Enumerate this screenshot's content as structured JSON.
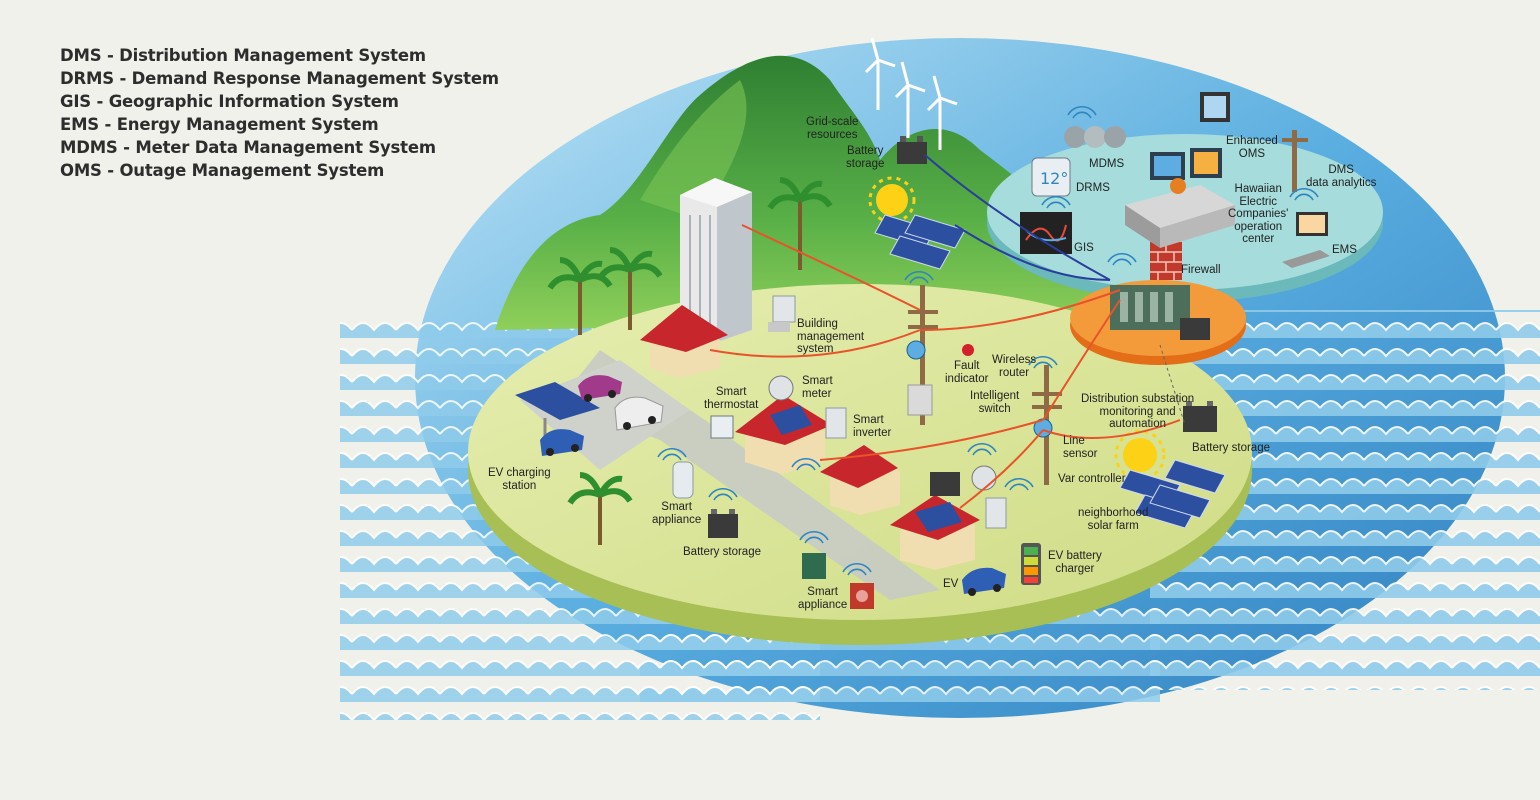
{
  "legend": [
    "DMS - Distribution Management System",
    "DRMS - Demand Response Management System",
    "GIS - Geographic Information System",
    "EMS - Energy Management System",
    "MDMS - Meter Data Management System",
    "OMS - Outage Management System"
  ],
  "labels": {
    "grid_scale": [
      "Grid-scale",
      "resources"
    ],
    "battery_storage_grid": [
      "Battery",
      "storage"
    ],
    "enhanced_oms": [
      "Enhanced",
      "OMS"
    ],
    "mdms": "MDMS",
    "drms": "DRMS",
    "gis": "GIS",
    "dms_analytics": [
      "DMS",
      "data analytics"
    ],
    "operation_center": [
      "Hawaiian",
      "Electric",
      "Companies'",
      "operation",
      "center"
    ],
    "ems": "EMS",
    "firewall": "Firewall",
    "building_mgmt": [
      "Building",
      "management",
      "system"
    ],
    "fault_indicator": [
      "Fault",
      "indicator"
    ],
    "wireless_router": [
      "Wireless",
      "router"
    ],
    "intelligent_switch": [
      "Intelligent",
      "switch"
    ],
    "smart_thermostat": [
      "Smart",
      "thermostat"
    ],
    "smart_meter": [
      "Smart",
      "meter"
    ],
    "smart_inverter": [
      "Smart",
      "inverter"
    ],
    "line_sensor": [
      "Line",
      "sensor"
    ],
    "substation": [
      "Distribution substation",
      "monitoring and",
      "automation"
    ],
    "battery_storage_sub": "Battery storage",
    "var_controller": "Var controller",
    "solar_farm": [
      "neighborhood",
      "solar farm"
    ],
    "ev_charging": [
      "EV charging",
      "station"
    ],
    "smart_appliance_1": [
      "Smart",
      "appliance"
    ],
    "battery_storage_home": "Battery storage",
    "smart_appliance_2": [
      "Smart",
      "appliance"
    ],
    "ev": "EV",
    "ev_charger": [
      "EV battery",
      "charger"
    ]
  },
  "colors": {
    "ocean": "#4f9fd4",
    "island": "#d9e49a",
    "mountain": "#3f9a3a",
    "ops_platform": "#9fd6d6",
    "substation_platform": "#f08a2a",
    "power_line": "#e8532b",
    "data_line": "#2a3e9c",
    "roof": "#c7262c"
  }
}
